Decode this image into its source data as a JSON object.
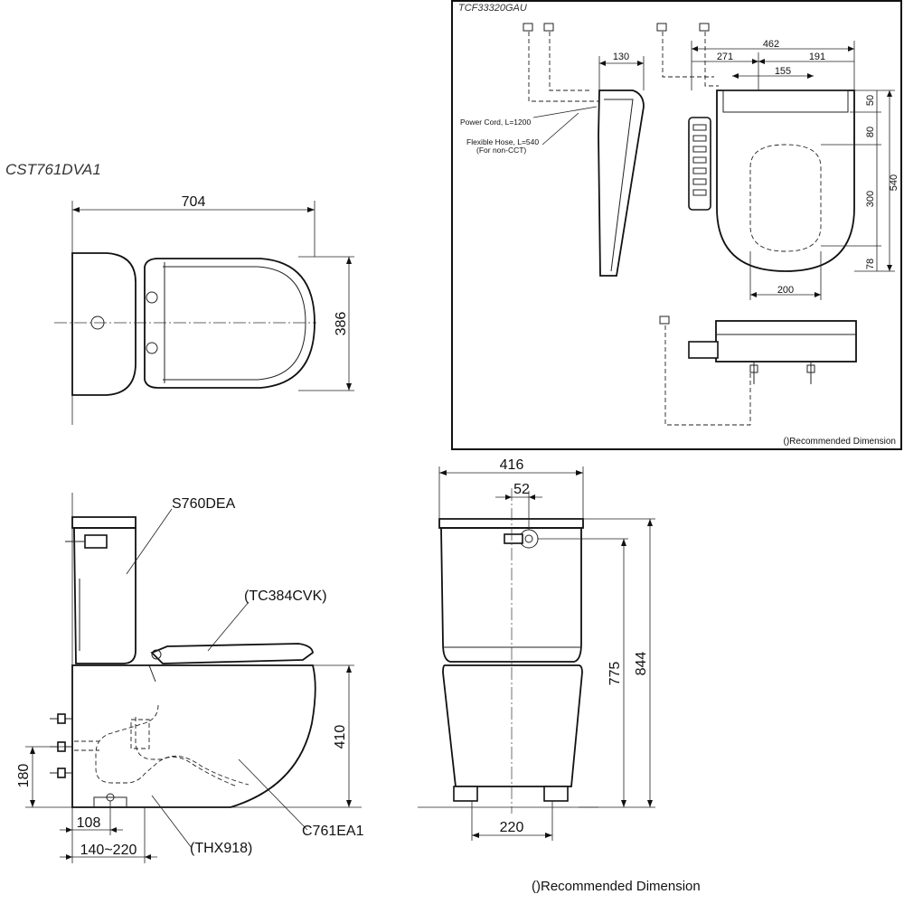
{
  "main_model": "CST761DVA1",
  "plan_view": {
    "width_dim": "704",
    "depth_dim": "386"
  },
  "side_view": {
    "tank_label": "S760DEA",
    "seat_label": "(TC384CVK)",
    "bowl_label": "C761EA1",
    "adaptor_label": "(THX918)",
    "dim_seat_height": "410",
    "dim_outlet_height": "180",
    "dim_outlet_offset": "108",
    "dim_rough_in": "140~220"
  },
  "front_view": {
    "dim_width": "416",
    "dim_inlet_offset": "52",
    "dim_inlet_height": "775",
    "dim_total_height": "844",
    "dim_foot_spacing": "220"
  },
  "inset": {
    "model": "TCF33320GAU",
    "power_cord": "Power Cord, L=1200",
    "flexible_hose": "Flexible Hose, L=540",
    "non_cct": "(For non-CCT)",
    "dim_side_depth": "130",
    "dim_462": "462",
    "dim_271": "271",
    "dim_191": "191",
    "dim_155": "155",
    "dim_50": "50",
    "dim_80": "80",
    "dim_300": "300",
    "dim_540": "540",
    "dim_78": "78",
    "dim_200": "200",
    "note": "()Recommended Dimension"
  },
  "footnote": "()Recommended Dimension"
}
